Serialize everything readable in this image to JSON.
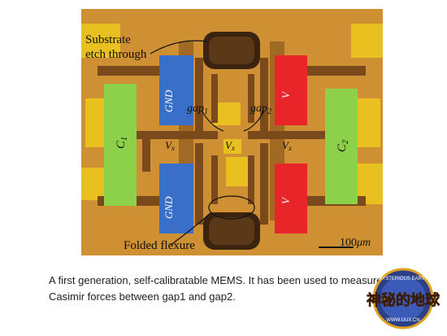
{
  "figure": {
    "labels": {
      "substrate_line1": "Substrate",
      "substrate_line2": "etch through",
      "gnd_top": "GND",
      "gnd_bottom": "GND",
      "v_top": "V",
      "v_bottom": "V",
      "c1": "C",
      "c1_sub": "1",
      "c2": "C",
      "c2_sub": "2",
      "gap1": "gap",
      "gap1_sub": "1",
      "gap2": "gap",
      "gap2_sub": "2",
      "vx_left": "V",
      "vx_center": "V",
      "vx_right": "V",
      "vx_sub": "x",
      "folded_flexure": "Folded flexure",
      "scale_bar": "100",
      "scale_unit": "μm"
    },
    "colors": {
      "substrate": "#c98a2e",
      "structure": "#7a4a1c",
      "gnd": "#3a6fc9",
      "v_pad": "#e8262a",
      "capacitor": "#8dd14a",
      "gold": "#e8c020",
      "dark": "#3a2410"
    }
  },
  "caption": {
    "line1": "A first generation, self-calibratable MEMS. It has been used to measure",
    "line2": "Casimir forces between gap1 and gap2."
  },
  "watermark": {
    "top_text": "MYSTERIOUS EARTH",
    "chars": "神秘的地球",
    "url": "WWW.UUX.CN"
  }
}
